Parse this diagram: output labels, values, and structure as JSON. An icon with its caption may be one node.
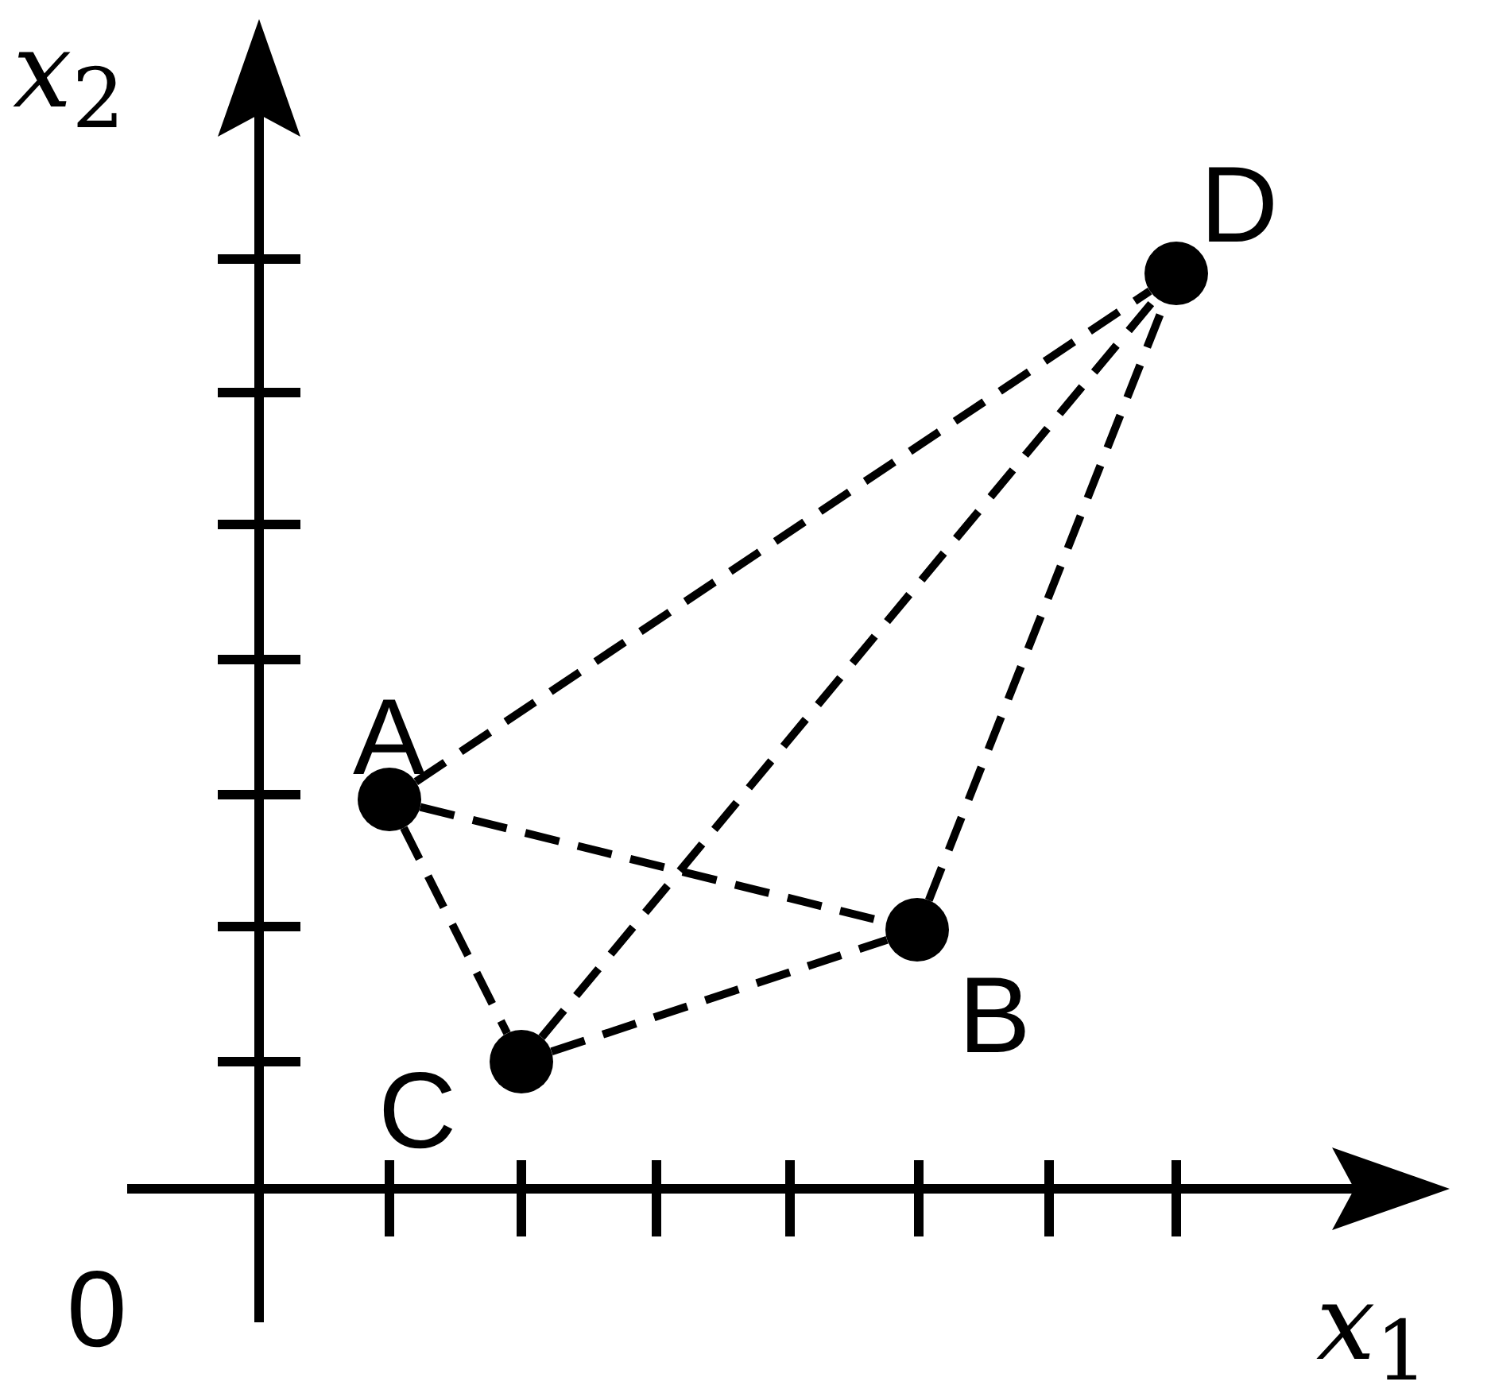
{
  "diagram": {
    "nodes": [
      {
        "text": [
          "A"
        ]
      },
      {
        "text": [
          "B"
        ]
      },
      {
        "text": [
          "C"
        ]
      },
      {
        "text": [
          "D"
        ]
      }
    ],
    "edges": [
      {
        "from": 0,
        "to": 3,
        "arrow": "none",
        "style": "dashed"
      },
      {
        "from": 0,
        "to": 1,
        "arrow": "none",
        "style": "dashed"
      },
      {
        "from": 0,
        "to": 2,
        "arrow": "none",
        "style": "dashed"
      },
      {
        "from": 2,
        "to": 1,
        "arrow": "none",
        "style": "dashed"
      },
      {
        "from": 2,
        "to": 3,
        "arrow": "none",
        "style": "dashed"
      },
      {
        "from": 1,
        "to": 3,
        "arrow": "none",
        "style": "dashed"
      }
    ],
    "labels": [
      "x$_{2}$",
      "0",
      "x$_{1}$"
    ]
  }
}
